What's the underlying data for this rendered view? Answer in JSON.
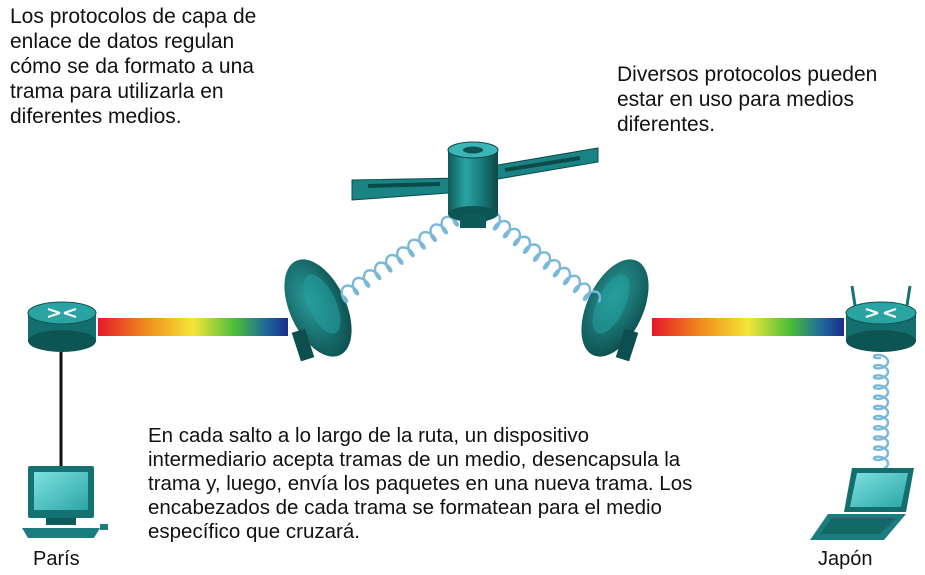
{
  "notes": {
    "top_left": "Los protocolos de capa de\nenlace de datos regulan\ncómo se da formato a una\ntrama para utilizarla en\ndiferentes medios.",
    "top_right": "Diversos protocolos pueden\nestar en uso para medios\ndiferentes.",
    "bottom": "En cada salto a lo largo de la ruta, un dispositivo\nintermediario acepta tramas de un medio, desencapsula la\ntrama y, luego, envía los paquetes en una nueva trama. Los\nencabezados de cada trama se formatean para el medio\nespecífico que cruzará."
  },
  "labels": {
    "paris": "París",
    "japan": "Japón"
  },
  "colors": {
    "device_teal": "#1f8a8a",
    "device_dark": "#0e5656",
    "wave": "#7ab8d8"
  },
  "icons": [
    "router-icon",
    "wireless-router-icon",
    "pc-icon",
    "laptop-icon",
    "satellite-icon",
    "satellite-dish-icon",
    "fiber-link",
    "wireless-wave"
  ]
}
